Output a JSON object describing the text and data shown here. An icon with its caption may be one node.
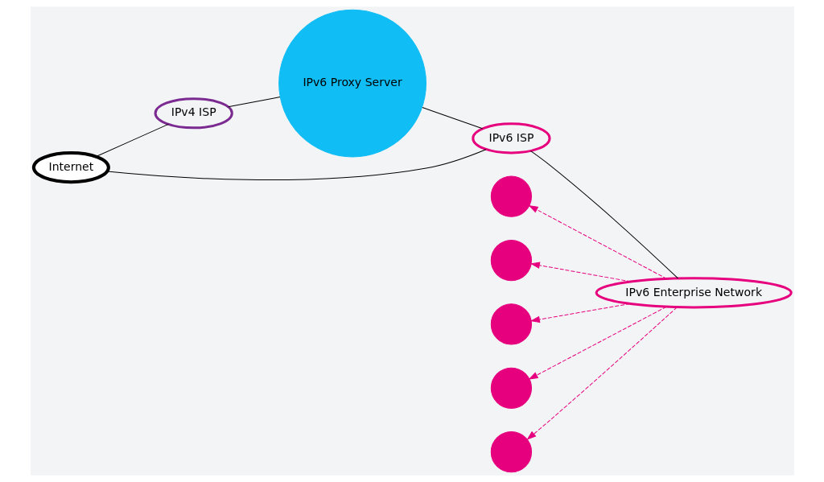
{
  "diagram": {
    "nodes": [
      {
        "text": [
          "IPv6 Enterprise Network"
        ]
      },
      {
        "text": [
          "IPv6 ISP"
        ]
      },
      {
        "text": [
          "IPv6 Proxy Server"
        ]
      },
      {
        "text": [
          "Internet"
        ]
      },
      {
        "text": [
          "IPv4 ISP"
        ]
      },
      {
        "text": [],
        "shape": "circle"
      },
      {
        "text": [],
        "shape": "circle"
      },
      {
        "text": [],
        "shape": "circle"
      },
      {
        "text": [],
        "shape": "circle"
      },
      {
        "text": [],
        "shape": "circle"
      }
    ],
    "edges": [
      {
        "from": 0,
        "to": 1,
        "arrow": "none"
      },
      {
        "from": 1,
        "to": 3,
        "arrow": "none"
      },
      {
        "from": 1,
        "to": 2,
        "arrow": "none"
      },
      {
        "from": 2,
        "to": 4,
        "arrow": "none"
      },
      {
        "from": 4,
        "to": 3,
        "arrow": "none"
      },
      {
        "from": 0,
        "to": 5,
        "arrow": "to",
        "style": "dashed",
        "color": "#e6007e"
      },
      {
        "from": 0,
        "to": 6,
        "arrow": "to",
        "style": "dashed",
        "color": "#e6007e"
      },
      {
        "from": 0,
        "to": 7,
        "arrow": "to",
        "style": "dashed",
        "color": "#e6007e"
      },
      {
        "from": 0,
        "to": 8,
        "arrow": "to",
        "style": "dashed",
        "color": "#e6007e"
      },
      {
        "from": 0,
        "to": 9,
        "arrow": "to",
        "style": "dashed",
        "color": "#e6007e"
      }
    ]
  }
}
